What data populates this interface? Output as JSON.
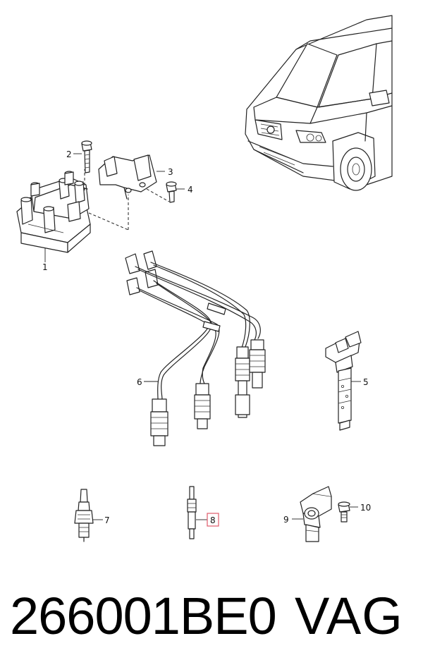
{
  "callouts": {
    "c1": "1",
    "c2": "2",
    "c3": "3",
    "c4": "4",
    "c5": "5",
    "c6": "6",
    "c7": "7",
    "c8": "8",
    "c9": "9",
    "c10": "10"
  },
  "highlighted_callout": "8",
  "highlight_color": "#e05a6a",
  "footer": {
    "part_number": "266001BE0",
    "brand": "VAG"
  }
}
